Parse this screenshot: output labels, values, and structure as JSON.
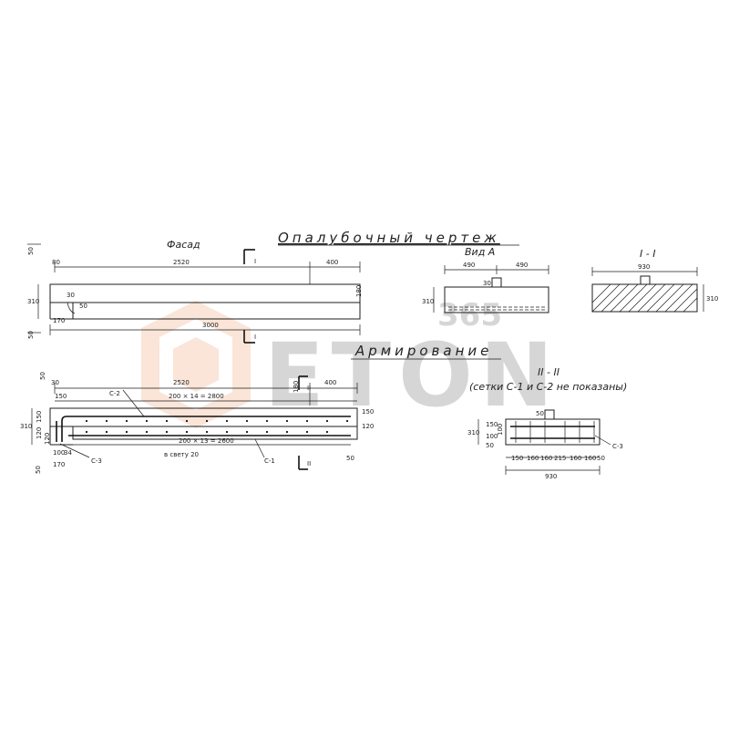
{
  "titles": {
    "formwork": "Опалубочный чертеж",
    "facade": "Фасад",
    "view_a": "Вид А",
    "section_1": "I - I",
    "reinforcement": "Армирование",
    "section_2": "II - II",
    "section_2_note": "(сетки С-1 и С-2 не показаны)"
  },
  "cut_marks": {
    "one": "I",
    "two": "II"
  },
  "marks": {
    "c1": "С-1",
    "c2": "С-2",
    "c3": "С-3"
  },
  "watermark": {
    "top": "365",
    "word": "ETON"
  },
  "dims": {
    "facade": {
      "left_top": "80",
      "span": "2520",
      "right": "400",
      "total": "3000",
      "height": "310",
      "left_offset": "170",
      "d30": "30",
      "d50": "50",
      "side_top": "50",
      "side_bot": "50",
      "right_h": "180"
    },
    "view_a": {
      "left": "490",
      "right": "490",
      "height": "310",
      "notch": "30"
    },
    "section_1": {
      "width": "930",
      "height": "310"
    },
    "reinf": {
      "span": "2520",
      "right": "400",
      "left_a": "150",
      "left_b": "30",
      "top_series": "200 × 14 = 2800",
      "bottom_series": "200 × 13 = 2600",
      "clear": "в свету 20",
      "h1": "310",
      "h2": "150",
      "h3": "120",
      "h4": "50",
      "h5": "120",
      "h6": "50",
      "bottom_a": "100",
      "bottom_b": "34",
      "bottom_left": "170",
      "right_h1": "150",
      "right_h2": "120",
      "right_b": "50",
      "mid": "180"
    },
    "section_2": {
      "spacings": [
        "150",
        "160",
        "160",
        "215",
        "160",
        "160",
        "50"
      ],
      "total": "930",
      "h1": "310",
      "h2": "150",
      "h3": "100",
      "h4": "50",
      "h5": "100",
      "notch": "50"
    }
  }
}
